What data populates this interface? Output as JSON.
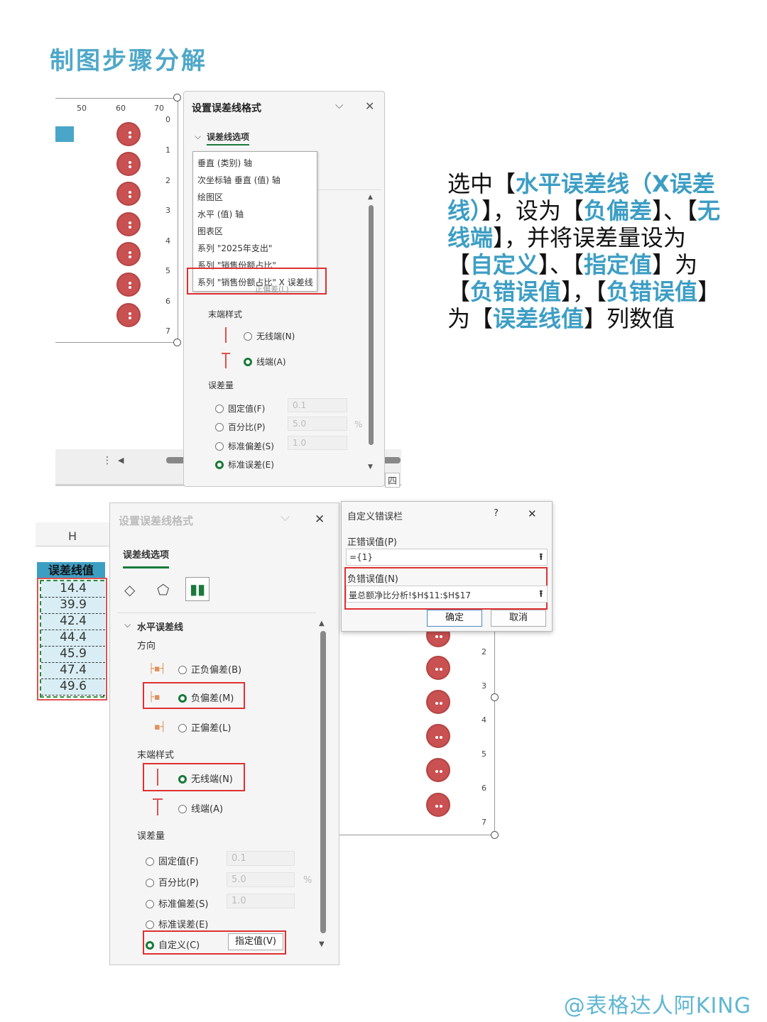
{
  "title": "制图步骤分解",
  "description": {
    "p1": "选中【",
    "h1": "水平误差线（X误差线）",
    "p2": "】，设为【",
    "h2": "负偏差",
    "p3": "】、【",
    "h3": "无线端",
    "p4": "】，并将误差量设为【",
    "h4": "自定义",
    "p5": "】、【",
    "h5": "指定值",
    "p6": "】为【",
    "h6": "负错误值",
    "p7": "】，【",
    "h7": "负错误值",
    "p8": "】为【",
    "h8": "误差线值",
    "p9": "】列数值"
  },
  "watermark": "@表格达人阿KING",
  "top_chart": {
    "x_ticks": [
      "50",
      "60",
      "70"
    ],
    "y_ticks": [
      "0",
      "1",
      "2",
      "3",
      "4",
      "5",
      "6",
      "7"
    ]
  },
  "pane1": {
    "title": "设置误差线格式",
    "section": "误差线选项",
    "dropdown_items": [
      "垂直 (类别) 轴",
      "次坐标轴 垂直 (值) 轴",
      "绘图区",
      "水平 (值) 轴",
      "图表区",
      "系列 \"2025年支出\"",
      "系列 \"销售份额占比\"",
      "系列 \"销售份额占比\" X 误差线"
    ],
    "partial_text": "正偏差(L)",
    "end_style_label": "末端样式",
    "no_cap": "无线端(N)",
    "cap": "线端(A)",
    "amount_label": "误差量",
    "fixed": "固定值(F)",
    "fixed_val": "0.1",
    "percent": "百分比(P)",
    "percent_val": "5.0",
    "pct_sign": "%",
    "stdev": "标准偏差(S)",
    "stdev_val": "1.0",
    "stderr": "标准误差(E)",
    "sheet_tab": "四"
  },
  "pane2": {
    "col_header": "H",
    "col_title": "误差线值",
    "values": [
      "14.4",
      "39.9",
      "42.4",
      "44.4",
      "45.9",
      "47.4",
      "49.6"
    ],
    "title": "设置误差线格式",
    "section": "误差线选项",
    "group": "水平误差线",
    "direction": "方向",
    "both": "正负偏差(B)",
    "minus": "负偏差(M)",
    "plus": "正偏差(L)",
    "end_style_label": "末端样式",
    "no_cap": "无线端(N)",
    "cap": "线端(A)",
    "amount_label": "误差量",
    "fixed": "固定值(F)",
    "fixed_val": "0.1",
    "percent": "百分比(P)",
    "percent_val": "5.0",
    "pct_sign": "%",
    "stdev": "标准偏差(S)",
    "stdev_val": "1.0",
    "stderr": "标准误差(E)",
    "custom": "自定义(C)",
    "specify": "指定值(V)"
  },
  "dialog": {
    "title": "自定义错误栏",
    "help": "?",
    "pos_label": "正错误值(P)",
    "pos_value": "={1}",
    "neg_label": "负错误值(N)",
    "neg_value": "量总额净比分析!$H$11:$H$17",
    "ok": "确定",
    "cancel": "取消"
  },
  "bottom_chart": {
    "y_ticks": [
      "2",
      "3",
      "4",
      "5",
      "6",
      "7"
    ]
  },
  "colors": {
    "accent": "#4fa8c9",
    "dot": "#c95151",
    "highlight_border": "#e03030",
    "selected_radio": "#1a7a3a"
  }
}
